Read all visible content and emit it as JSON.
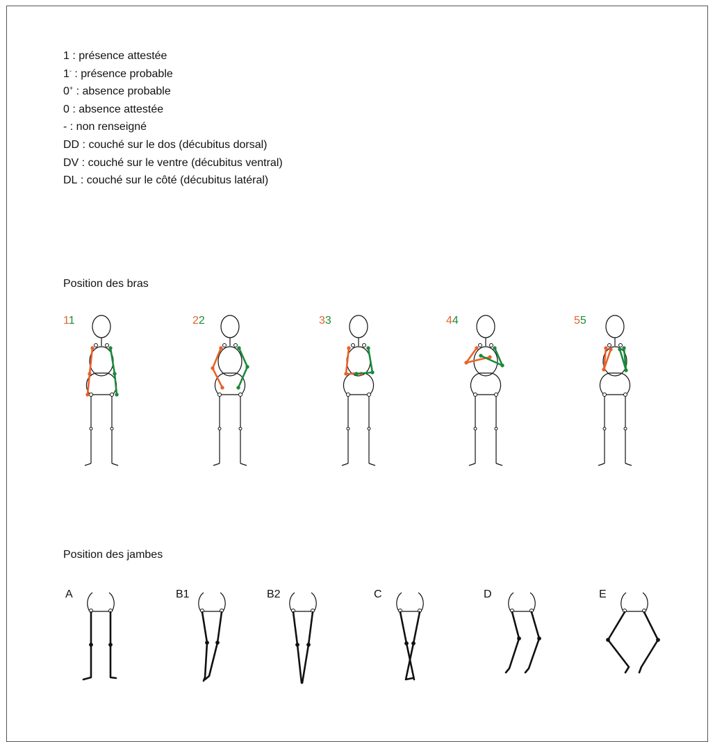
{
  "legend": [
    {
      "code": "1",
      "sup": "",
      "text": " : présence attestée"
    },
    {
      "code": "1",
      "sup": "-",
      "text": " : présence probable"
    },
    {
      "code": "0",
      "sup": "+",
      "text": " : absence probable"
    },
    {
      "code": "0",
      "sup": "",
      "text": " : absence attestée"
    },
    {
      "code": "-",
      "sup": "",
      "text": " : non  renseigné"
    },
    {
      "code": "DD",
      "sup": "",
      "text": " : couché sur le dos (décubitus dorsal)"
    },
    {
      "code": "DV",
      "sup": "",
      "text": " : couché sur le ventre (décubitus ventral)"
    },
    {
      "code": "DL",
      "sup": "",
      "text": " : couché sur le côté (décubitus latéral)"
    }
  ],
  "arms_section": {
    "title": "Position des bras",
    "figures": [
      {
        "left_digit": "1",
        "right_digit": "1"
      },
      {
        "left_digit": "2",
        "right_digit": "2"
      },
      {
        "left_digit": "3",
        "right_digit": "3"
      },
      {
        "left_digit": "4",
        "right_digit": "4"
      },
      {
        "left_digit": "5",
        "right_digit": "5"
      }
    ]
  },
  "legs_section": {
    "title": "Position des jambes",
    "figures": [
      "A",
      "B1",
      "B2",
      "C",
      "D",
      "E"
    ]
  },
  "colors": {
    "left_arm": "#e8622a",
    "right_arm": "#1a8a3a",
    "outline": "#111111",
    "frame": "#555555"
  }
}
